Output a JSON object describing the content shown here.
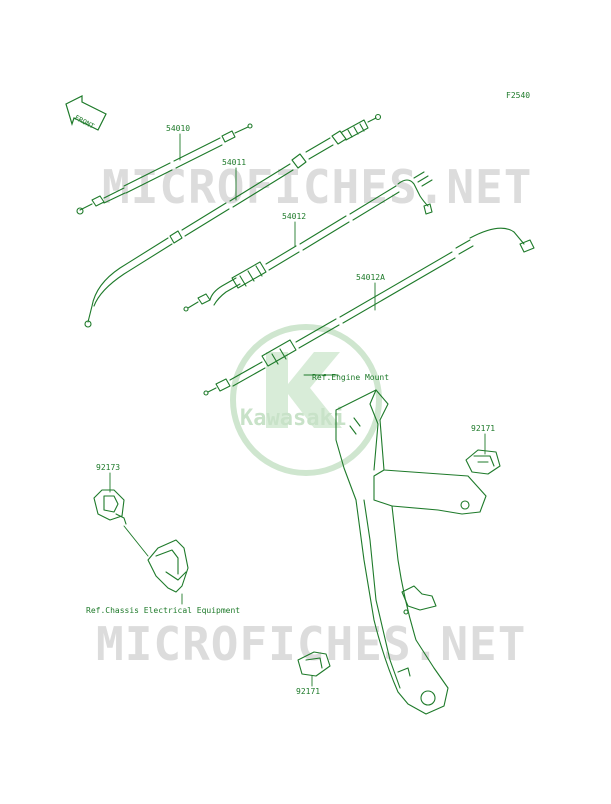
{
  "figure_code": "F2540",
  "front_label": "FRONT",
  "watermark": {
    "text": "MICROFICHES.NET",
    "logo_text": "Kawasaki"
  },
  "part_labels": {
    "p54010": "54010",
    "p54011": "54011",
    "p54012": "54012",
    "p54012A": "54012A",
    "p92171_top": "92171",
    "p92173": "92173",
    "p92171_bottom": "92171"
  },
  "references": {
    "engine_mount": "Ref.Engine Mount",
    "chassis_electrical": "Ref.Chassis Electrical Equipment"
  },
  "colors": {
    "line": "#1e7a2a",
    "watermark": "#d9d9d9",
    "logo": "#cfe6cf"
  }
}
